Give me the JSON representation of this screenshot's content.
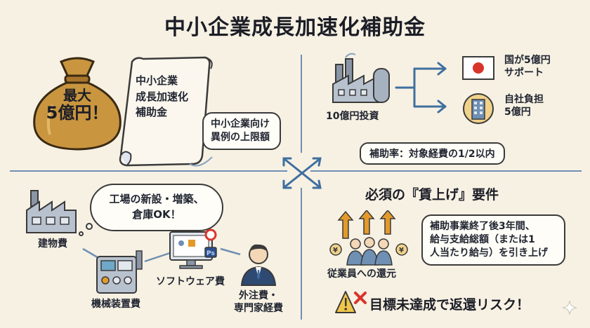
{
  "title": "中小企業成長加速化補助金",
  "money_bag": {
    "line1": "最大",
    "line2": "5億円！"
  },
  "scroll": {
    "lines": [
      "中小企業",
      "成長加速化",
      "補助金"
    ]
  },
  "note_bubble": {
    "lines": [
      "中小企業向け",
      "異例の上限額"
    ]
  },
  "investment": {
    "factory_label": "10億円投資",
    "national": {
      "lines": [
        "国が5億円",
        "サポート"
      ]
    },
    "self": {
      "lines": [
        "自社負担",
        "5億円"
      ]
    },
    "rate": "補助率：対象経費の1/2以内"
  },
  "expenses": {
    "cloud": {
      "lines": [
        "工場の新設・増築、",
        "倉庫OK！"
      ]
    },
    "building": "建物費",
    "machinery": "機械装置費",
    "software": "ソフトウェア費",
    "outsourcing": {
      "lines": [
        "外注費・",
        "専門家経費"
      ]
    }
  },
  "wage": {
    "heading": "必須の『賃上げ』要件",
    "employee_label": "従業員への還元",
    "requirement": {
      "lines": [
        "補助事業終了後3年間、",
        "給与支給総額（または1",
        "人当たり給与）を引き上げ"
      ]
    },
    "warning": "目標未達成で返還リスク！"
  },
  "colors": {
    "background": "#f7f1e3",
    "divider": "#6f8fb3",
    "bag": "#c9953f",
    "arrow_blue": "#3f6f9f",
    "arrow_orange": "#e39a2b",
    "warning_red": "#d9342b"
  },
  "icons": [
    "money-bag-icon",
    "scroll-icon",
    "factory-icon",
    "japan-flag-icon",
    "office-building-icon",
    "warehouse-icon",
    "machine-icon",
    "computer-icon",
    "businessman-icon",
    "employees-icon",
    "warning-icon",
    "sparkle-icon"
  ]
}
